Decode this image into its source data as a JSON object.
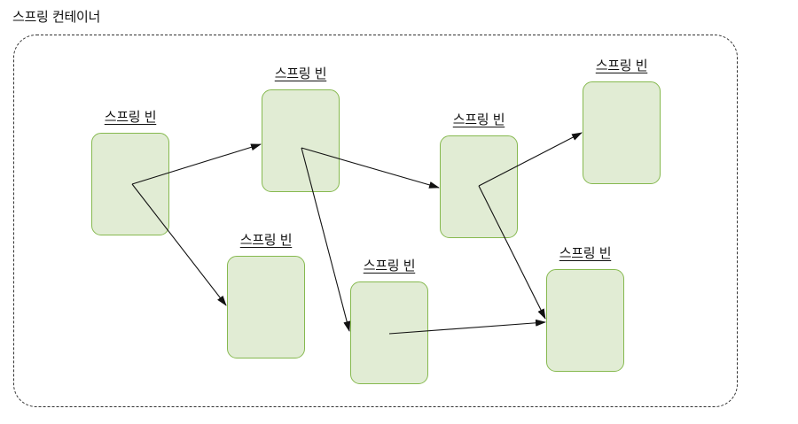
{
  "container": {
    "title": "스프링 컨테이너"
  },
  "beans": [
    {
      "id": "bean-1",
      "label": "스프링 빈"
    },
    {
      "id": "bean-2",
      "label": "스프링 빈"
    },
    {
      "id": "bean-3",
      "label": "스프링 빈"
    },
    {
      "id": "bean-4",
      "label": "스프링 빈"
    },
    {
      "id": "bean-5",
      "label": "스프링 빈"
    },
    {
      "id": "bean-6",
      "label": "스프링 빈"
    },
    {
      "id": "bean-7",
      "label": "스프링 빈"
    }
  ],
  "dependencies": [
    {
      "from": "bean-1",
      "to": "bean-2"
    },
    {
      "from": "bean-1",
      "to": "bean-5"
    },
    {
      "from": "bean-2",
      "to": "bean-3"
    },
    {
      "from": "bean-2",
      "to": "bean-6"
    },
    {
      "from": "bean-3",
      "to": "bean-4"
    },
    {
      "from": "bean-3",
      "to": "bean-7"
    },
    {
      "from": "bean-6",
      "to": "bean-7"
    }
  ],
  "colors": {
    "bean_fill": "#e1ecd4",
    "bean_border": "#86b94f",
    "arrow": "#111111",
    "container_border": "#333333"
  }
}
